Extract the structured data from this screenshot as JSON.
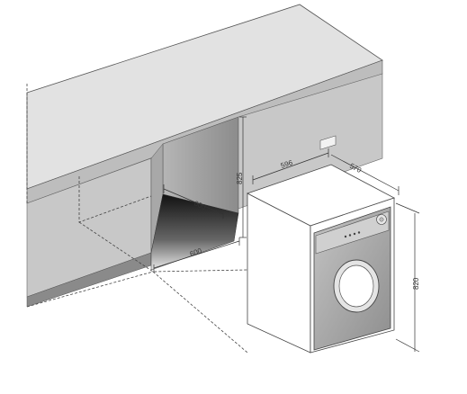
{
  "dimensions": {
    "niche_depth_upper": "600",
    "niche_depth_floor": "600",
    "niche_width": "596",
    "niche_height": "825",
    "appliance_depth": "570",
    "appliance_height": "820"
  },
  "colors": {
    "counter_top": "#dcdcdc",
    "cabinet_front": "#c8c8c8",
    "niche_wall": "#9a9a9a",
    "niche_floor": "#1e1e1e",
    "appliance_body": "#ffffff",
    "appliance_door": "#a6a6a6"
  }
}
